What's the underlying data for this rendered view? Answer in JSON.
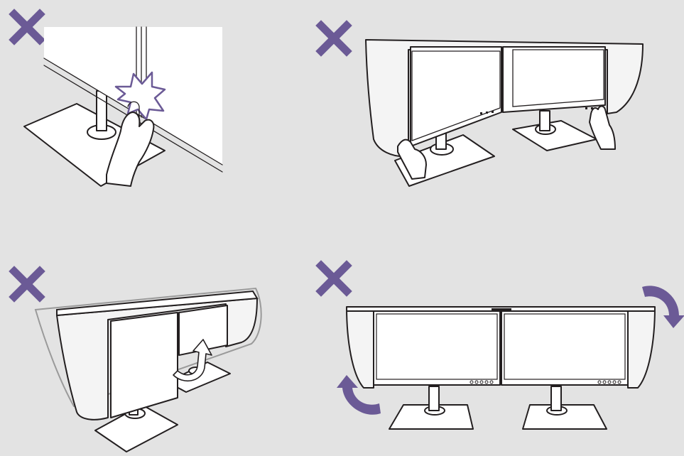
{
  "figure": {
    "panels": [
      {
        "id": "pinch-hazard",
        "marker": "prohibited",
        "accent_color": "#6b5a96"
      },
      {
        "id": "lift-by-hood",
        "marker": "prohibited",
        "accent_color": "#6b5a96"
      },
      {
        "id": "rotate-with-hood-pressed",
        "marker": "prohibited",
        "accent_color": "#6b5a96"
      },
      {
        "id": "rotate-dual-monitors",
        "marker": "prohibited",
        "accent_color": "#6b5a96"
      }
    ],
    "colors": {
      "background": "#e3e3e3",
      "line": "#231f20",
      "monitor_fill": "#ffffff",
      "accent": "#6b5a96"
    },
    "icons": [
      "x-mark-icon",
      "burst-icon",
      "hand-icon",
      "rotate-arrow-icon"
    ]
  }
}
